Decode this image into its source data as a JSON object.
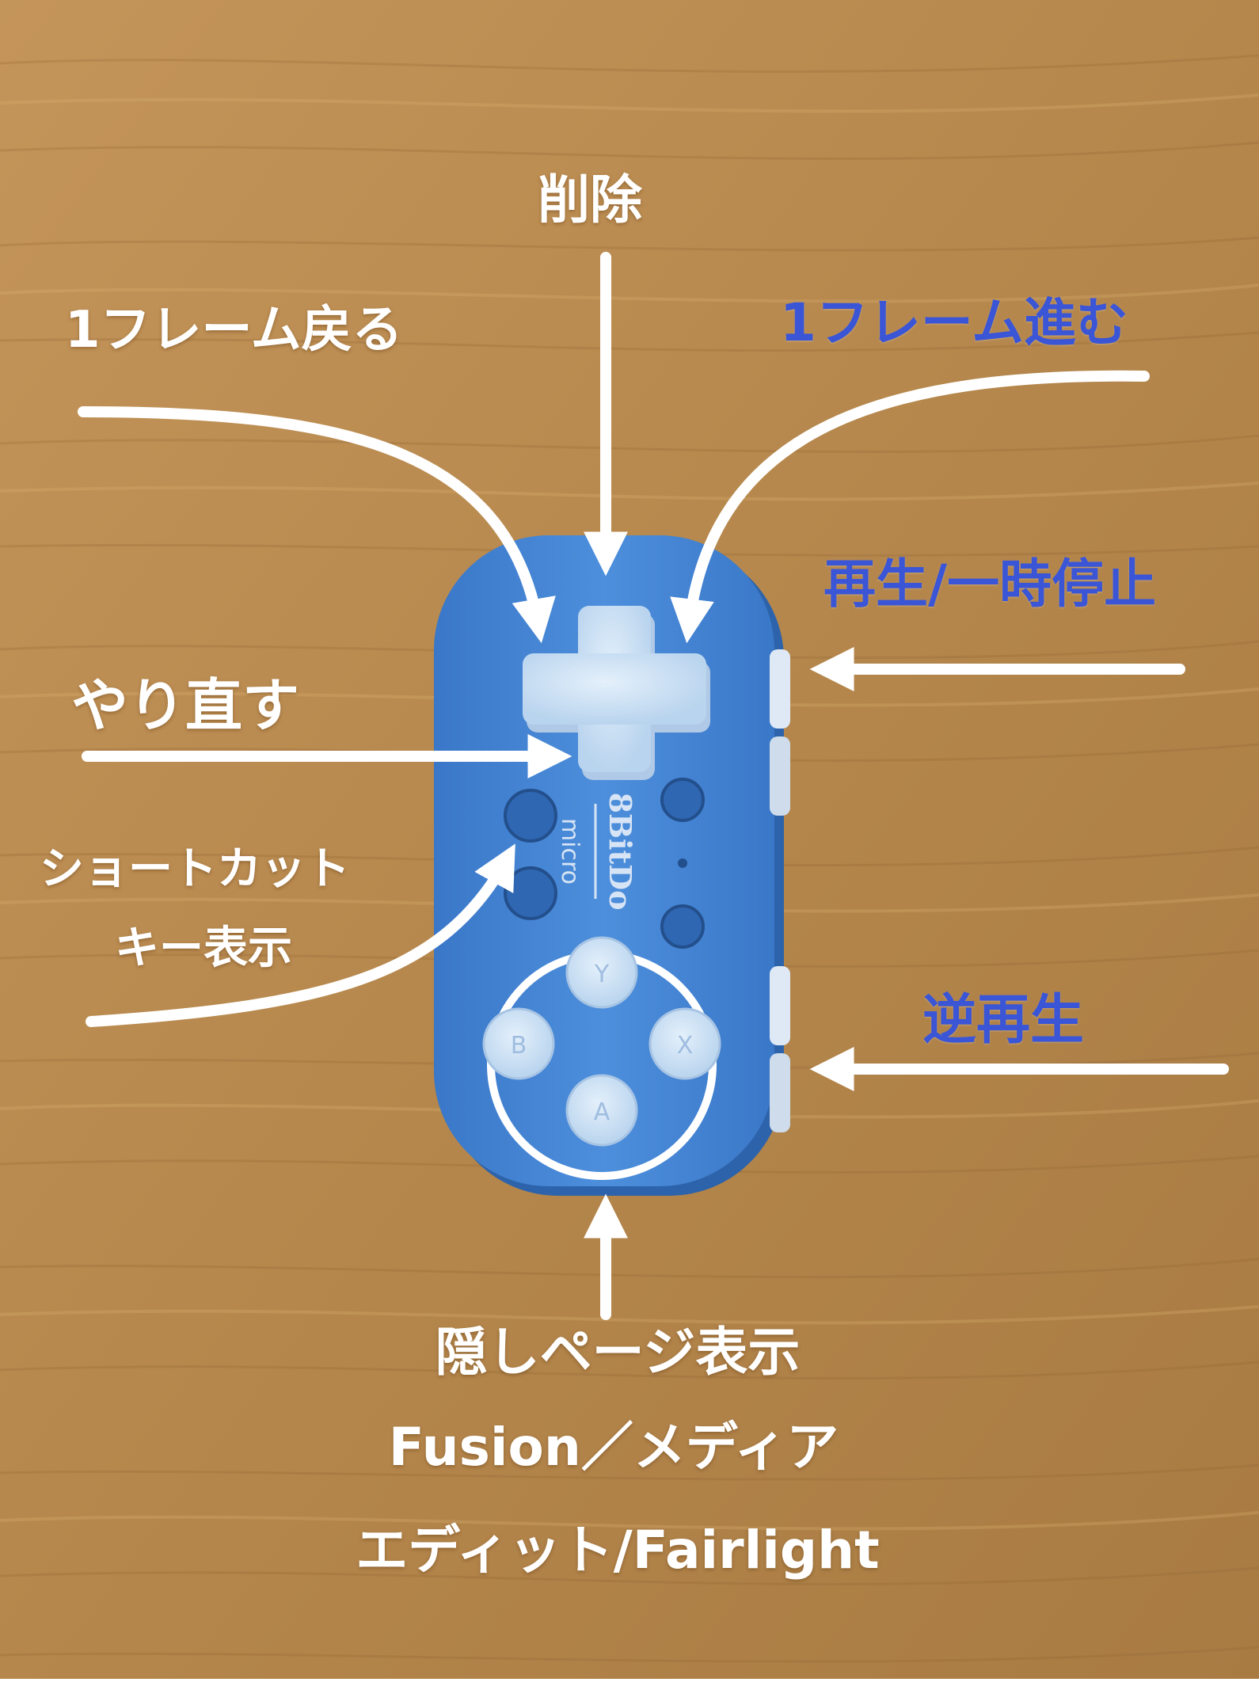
{
  "labels": {
    "delete": "削除",
    "frame_back": "1フレーム戻る",
    "frame_forward": "1フレーム進む",
    "play_pause": "再生/一時停止",
    "redo": "やり直す",
    "shortcut_line1": "ショートカット",
    "shortcut_line2": "キー表示",
    "reverse_play": "逆再生",
    "hidden_page_line1": "隠しページ表示",
    "hidden_page_line2": "Fusion／メディア",
    "hidden_page_line3": "エディット/Fairlight"
  },
  "controller": {
    "brand": "8BitDo",
    "model": "micro",
    "buttons": {
      "top": "Y",
      "left": "B",
      "right": "X",
      "bottom": "A"
    }
  },
  "colors": {
    "wood": "#b98a4e",
    "controller_body": "#3a7fd0",
    "button_face": "#cfe3f7",
    "annotation_white": "#ffffff",
    "annotation_blue": "#3a55d6"
  }
}
